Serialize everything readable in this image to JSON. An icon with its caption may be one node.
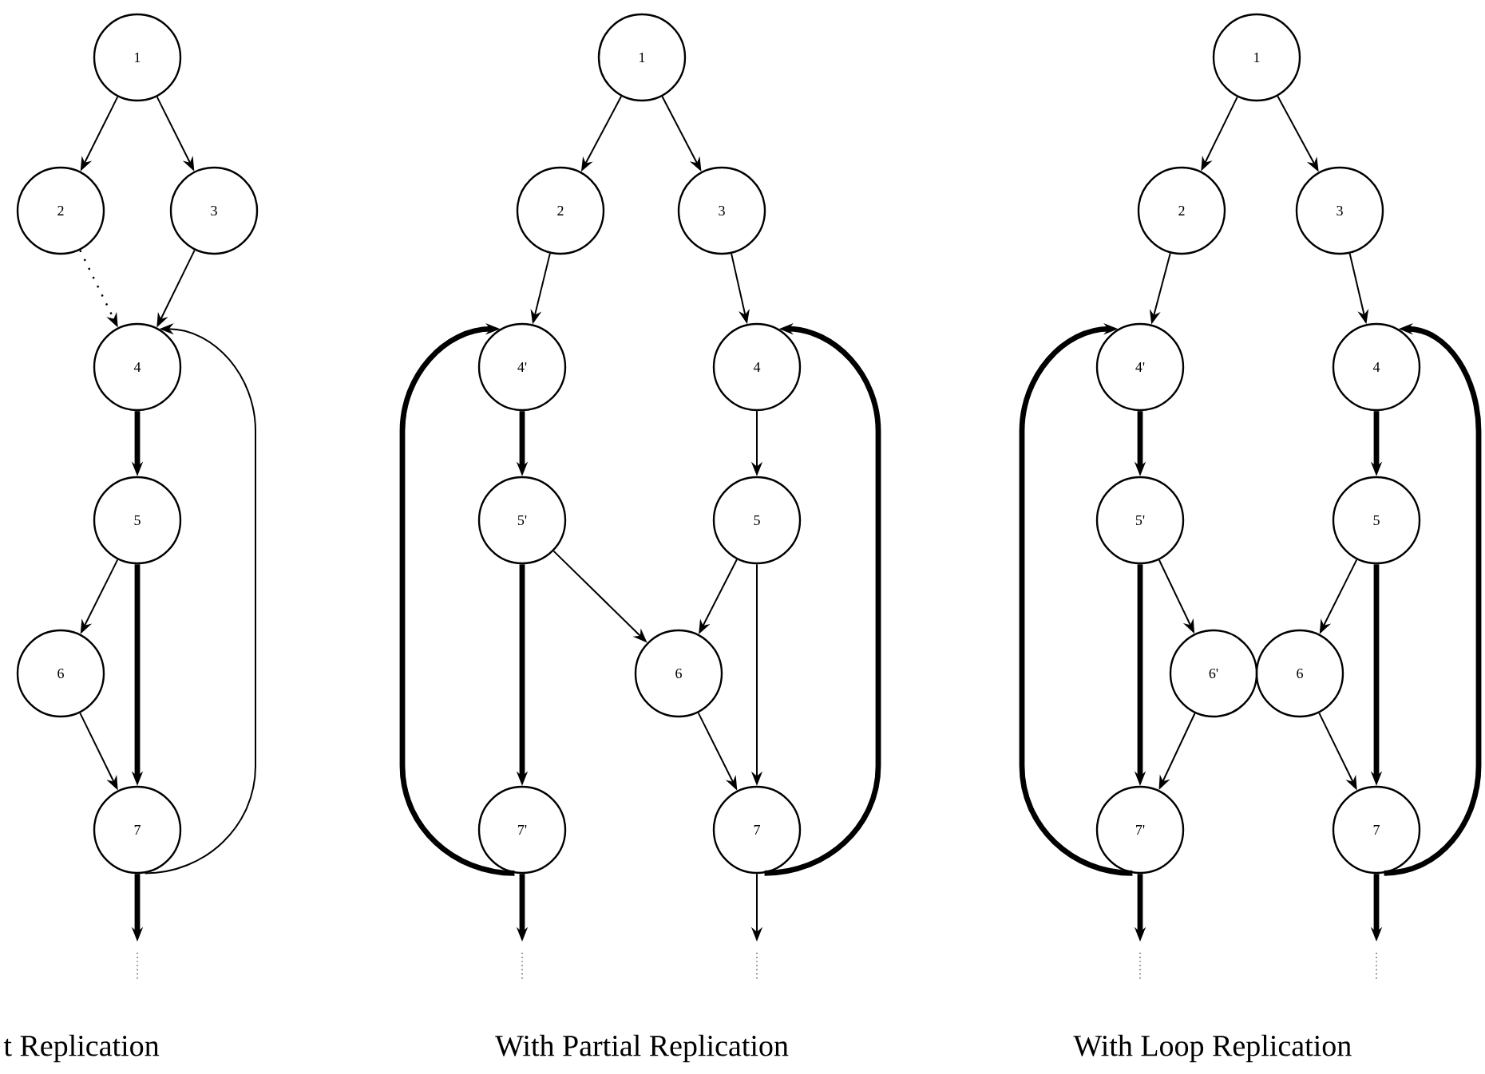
{
  "diagram": {
    "nodes": [
      {
        "text": [
          "1"
        ]
      },
      {
        "text": [
          "2"
        ]
      },
      {
        "text": [
          "3"
        ]
      },
      {
        "text": [
          "4"
        ]
      },
      {
        "text": [
          "5"
        ]
      },
      {
        "text": [
          "6"
        ]
      },
      {
        "text": [
          "7"
        ]
      },
      {
        "text": [
          "1"
        ]
      },
      {
        "text": [
          "2"
        ]
      },
      {
        "text": [
          "3"
        ]
      },
      {
        "text": [
          "4'"
        ]
      },
      {
        "text": [
          "4"
        ]
      },
      {
        "text": [
          "5'"
        ]
      },
      {
        "text": [
          "5"
        ]
      },
      {
        "text": [
          "6"
        ]
      },
      {
        "text": [
          "7'"
        ]
      },
      {
        "text": [
          "7"
        ]
      },
      {
        "text": [
          "1"
        ]
      },
      {
        "text": [
          "2"
        ]
      },
      {
        "text": [
          "3"
        ]
      },
      {
        "text": [
          "4'"
        ]
      },
      {
        "text": [
          "4"
        ]
      },
      {
        "text": [
          "5'"
        ]
      },
      {
        "text": [
          "5"
        ]
      },
      {
        "text": [
          "6'"
        ]
      },
      {
        "text": [
          "6"
        ]
      },
      {
        "text": [
          "7'"
        ]
      },
      {
        "text": [
          "7"
        ]
      }
    ],
    "edges": [
      {
        "from": 0,
        "to": 1,
        "arrow": "to"
      },
      {
        "from": 0,
        "to": 2,
        "arrow": "to"
      },
      {
        "from": 1,
        "to": 3,
        "arrow": "to",
        "style": "dashed"
      },
      {
        "from": 2,
        "to": 3,
        "arrow": "to"
      },
      {
        "from": 3,
        "to": 4,
        "arrow": "to",
        "style": "thick"
      },
      {
        "from": 4,
        "to": 5,
        "arrow": "to"
      },
      {
        "from": 4,
        "to": 6,
        "arrow": "to",
        "style": "thick"
      },
      {
        "from": 5,
        "to": 6,
        "arrow": "to"
      },
      {
        "from": 6,
        "to": 3,
        "arrow": "to"
      },
      {
        "from": 6,
        "to": null,
        "arrow": "to",
        "style": "thick"
      },
      {
        "from": 7,
        "to": 8,
        "arrow": "to"
      },
      {
        "from": 7,
        "to": 9,
        "arrow": "to"
      },
      {
        "from": 8,
        "to": 10,
        "arrow": "to"
      },
      {
        "from": 9,
        "to": 11,
        "arrow": "to"
      },
      {
        "from": 10,
        "to": 12,
        "arrow": "to",
        "style": "thick"
      },
      {
        "from": 11,
        "to": 13,
        "arrow": "to"
      },
      {
        "from": 12,
        "to": 14,
        "arrow": "to"
      },
      {
        "from": 13,
        "to": 14,
        "arrow": "to"
      },
      {
        "from": 12,
        "to": 15,
        "arrow": "to",
        "style": "thick"
      },
      {
        "from": 13,
        "to": 16,
        "arrow": "to"
      },
      {
        "from": 14,
        "to": 16,
        "arrow": "to"
      },
      {
        "from": 15,
        "to": 10,
        "arrow": "to",
        "style": "thick"
      },
      {
        "from": 16,
        "to": 11,
        "arrow": "to",
        "style": "thick"
      },
      {
        "from": 15,
        "to": null,
        "arrow": "to",
        "style": "thick"
      },
      {
        "from": 16,
        "to": null,
        "arrow": "to"
      },
      {
        "from": 17,
        "to": 18,
        "arrow": "to"
      },
      {
        "from": 17,
        "to": 19,
        "arrow": "to"
      },
      {
        "from": 18,
        "to": 20,
        "arrow": "to"
      },
      {
        "from": 19,
        "to": 21,
        "arrow": "to"
      },
      {
        "from": 20,
        "to": 22,
        "arrow": "to",
        "style": "thick"
      },
      {
        "from": 21,
        "to": 23,
        "arrow": "to",
        "style": "thick"
      },
      {
        "from": 22,
        "to": 24,
        "arrow": "to"
      },
      {
        "from": 23,
        "to": 25,
        "arrow": "to"
      },
      {
        "from": 22,
        "to": 26,
        "arrow": "to",
        "style": "thick"
      },
      {
        "from": 23,
        "to": 27,
        "arrow": "to",
        "style": "thick"
      },
      {
        "from": 24,
        "to": 26,
        "arrow": "to"
      },
      {
        "from": 25,
        "to": 27,
        "arrow": "to"
      },
      {
        "from": 26,
        "to": 20,
        "arrow": "to",
        "style": "thick"
      },
      {
        "from": 27,
        "to": 21,
        "arrow": "to",
        "style": "thick"
      },
      {
        "from": 26,
        "to": null,
        "arrow": "to",
        "style": "thick"
      },
      {
        "from": 27,
        "to": null,
        "arrow": "to",
        "style": "thick"
      }
    ],
    "labels": [
      "t Replication",
      "With Partial Replication",
      "With Loop Replication"
    ]
  }
}
